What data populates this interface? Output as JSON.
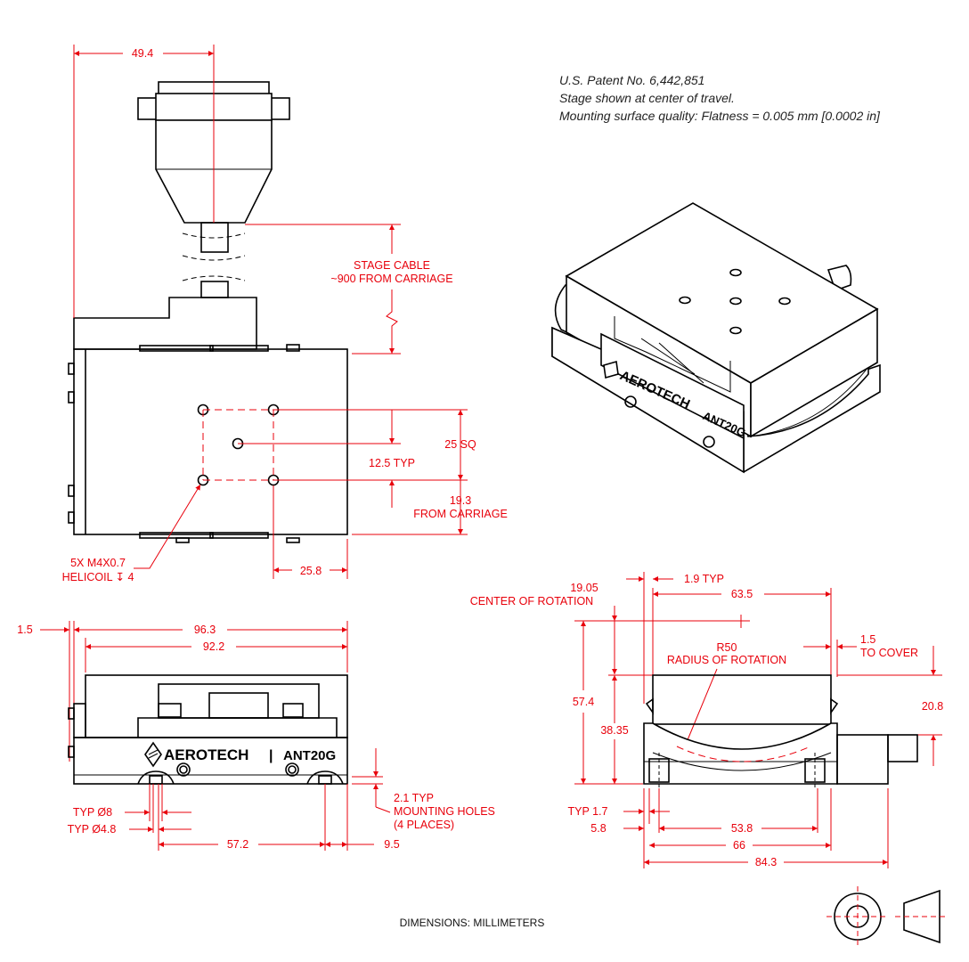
{
  "notes": {
    "line1": "U.S. Patent No. 6,442,851",
    "line2": "Stage shown at center of travel.",
    "line3": "Mounting surface quality: Flatness = 0.005 mm [0.0002 in]"
  },
  "brand": {
    "logo_text": "AEROTECH",
    "model": "ANT20G",
    "separator": "|"
  },
  "top_view": {
    "d_49_4": "49.4",
    "cable_label_1": "STAGE CABLE",
    "cable_label_2": "~900 FROM CARRIAGE",
    "d_25_sq": "25 SQ",
    "d_12_5": "12.5 TYP",
    "d_19_3": "19.3",
    "from_carriage": "FROM CARRIAGE",
    "hole_label_1": "5X M4X0.7",
    "hole_label_2": "HELICOIL ↧ 4",
    "d_25_8": "25.8"
  },
  "front_view": {
    "d_1_5": "1.5",
    "d_96_3": "96.3",
    "d_92_2": "92.2",
    "d_2_1": "2.1 TYP",
    "mounting_1": "MOUNTING HOLES",
    "mounting_2": "(4 PLACES)",
    "typ_d8": "TYP Ø8",
    "typ_d48": "TYP Ø4.8",
    "d_57_2": "57.2",
    "d_9_5": "9.5"
  },
  "side_view": {
    "d_1_9": "1.9 TYP",
    "d_19_05": "19.05",
    "center_rot": "CENTER OF ROTATION",
    "d_63_5": "63.5",
    "r50": "R50",
    "radius_rot": "RADIUS OF ROTATION",
    "d_1_5b": "1.5",
    "to_cover": "TO COVER",
    "d_57_4": "57.4",
    "d_38_35": "38.35",
    "d_20_8": "20.8",
    "typ_1_7": "TYP 1.7",
    "d_5_8": "5.8",
    "d_53_8": "53.8",
    "d_66": "66",
    "d_84_3": "84.3"
  },
  "footer": "DIMENSIONS:  MILLIMETERS",
  "colors": {
    "dimension": "#e8000b",
    "outline": "#000000",
    "background": "#ffffff"
  },
  "icons": [
    "third-angle-projection-icon"
  ]
}
